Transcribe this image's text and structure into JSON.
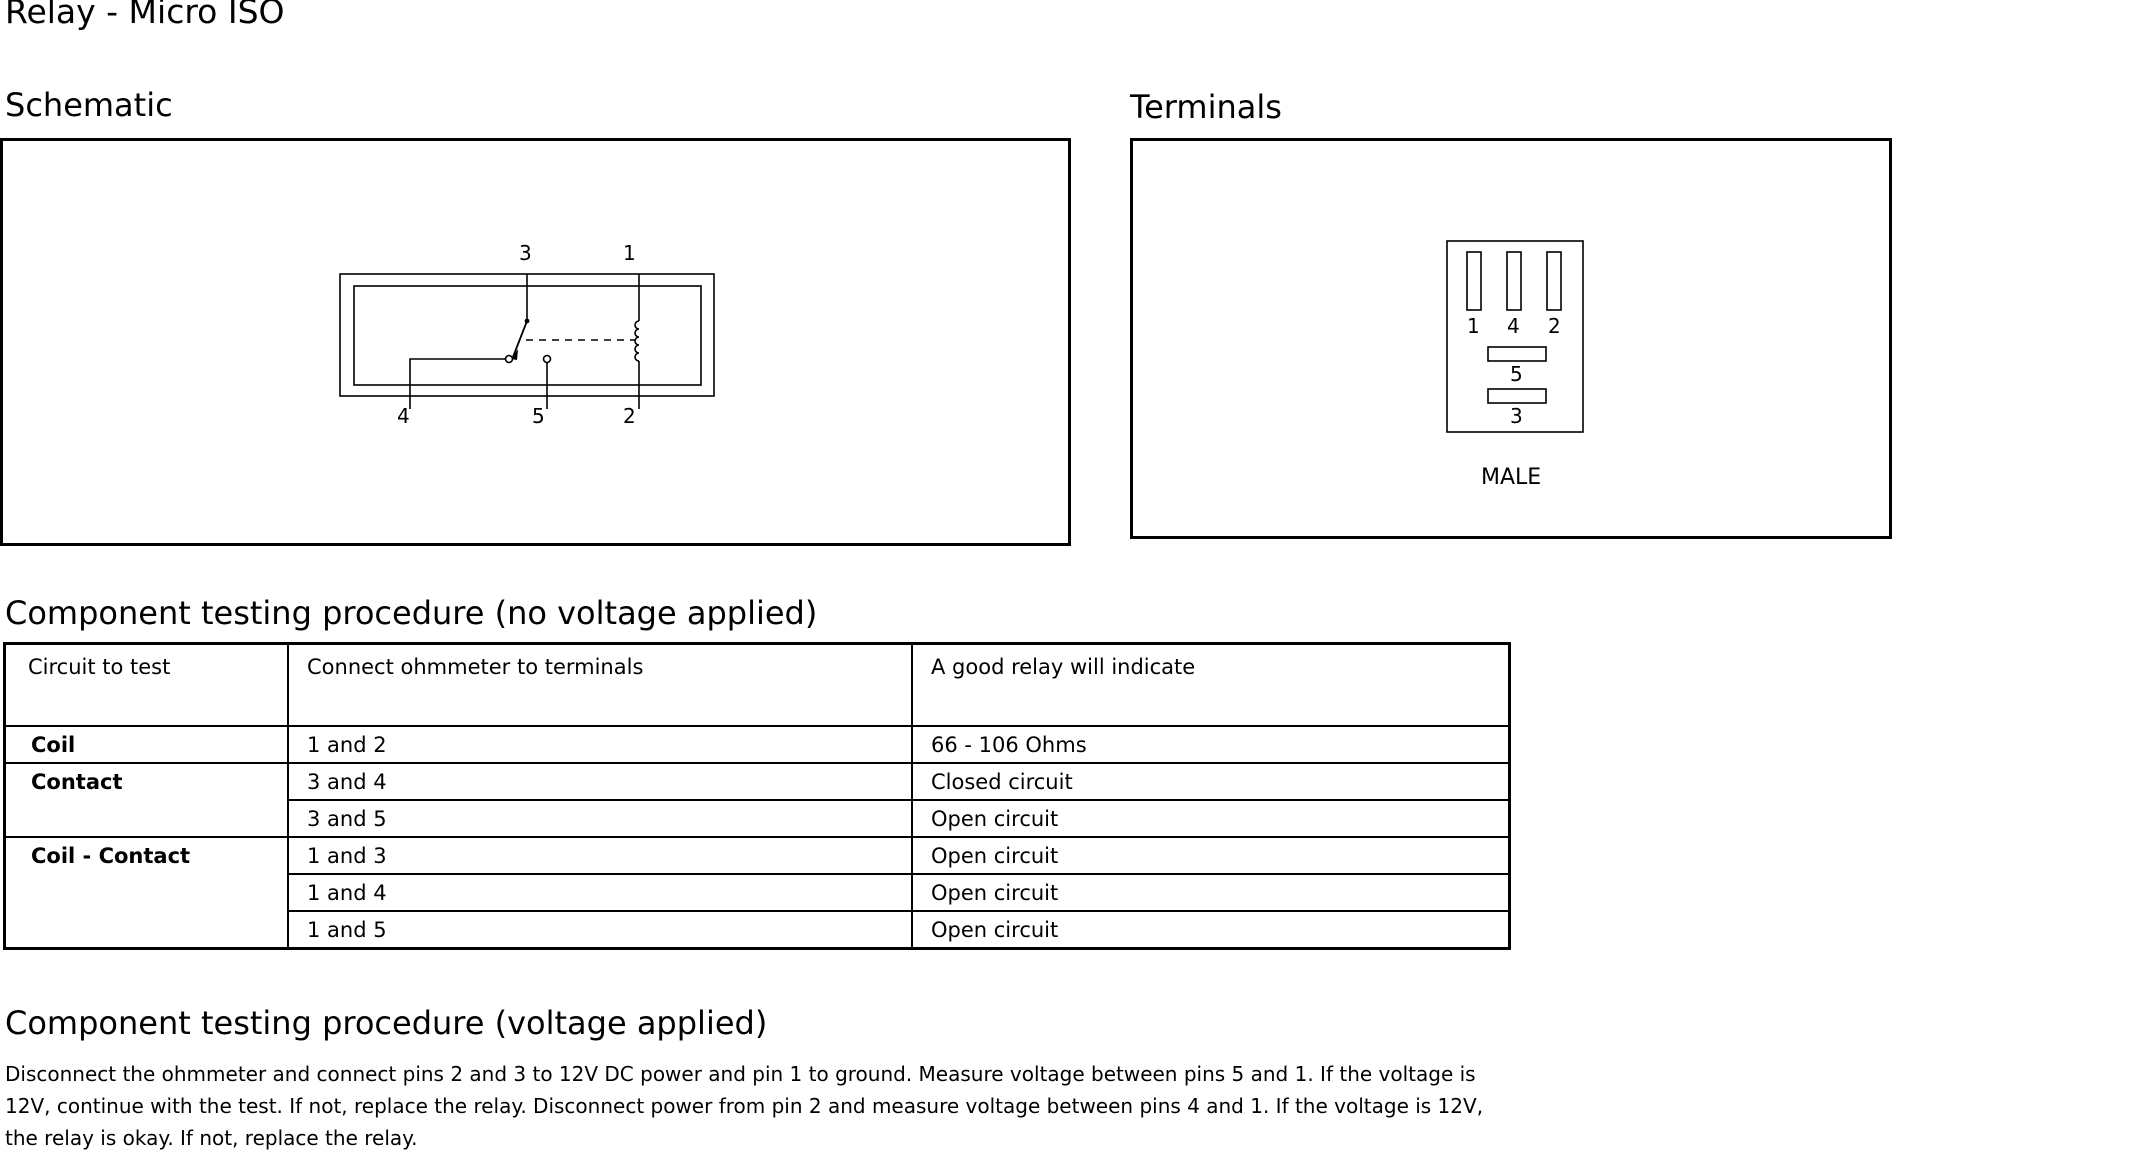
{
  "title": "Relay - Micro ISO",
  "schematic": {
    "heading": "Schematic",
    "pin_labels": {
      "top_left": "3",
      "top_right": "1",
      "bottom_left": "4",
      "bottom_mid": "5",
      "bottom_right": "2"
    }
  },
  "terminals": {
    "heading": "Terminals",
    "pin_labels": [
      "1",
      "4",
      "2",
      "5",
      "3"
    ],
    "connector_type": "MALE"
  },
  "no_voltage": {
    "heading": "Component testing procedure (no voltage applied)",
    "columns": [
      "Circuit to test",
      "Connect ohmmeter to terminals",
      "A good relay will indicate"
    ],
    "groups": {
      "coil": "Coil",
      "contact": "Contact",
      "coil_contact": "Coil - Contact"
    },
    "rows": [
      {
        "terminals": "1 and 2",
        "result": "66 - 106 Ohms"
      },
      {
        "terminals": "3 and 4",
        "result": "Closed circuit"
      },
      {
        "terminals": "3 and 5",
        "result": "Open circuit"
      },
      {
        "terminals": "1 and 3",
        "result": "Open circuit"
      },
      {
        "terminals": "1 and 4",
        "result": "Open circuit"
      },
      {
        "terminals": "1 and 5",
        "result": "Open circuit"
      }
    ]
  },
  "voltage": {
    "heading": "Component testing procedure (voltage applied)",
    "lines": [
      "Disconnect the ohmmeter and connect pins 2 and 3 to 12V DC power and pin 1 to ground. Measure voltage between pins 5 and 1. If the voltage is",
      "12V, continue with the test. If not, replace the relay. Disconnect power from pin 2 and measure voltage between pins 4 and 1. If the voltage is 12V,",
      "the relay is okay. If not, replace the relay."
    ]
  }
}
